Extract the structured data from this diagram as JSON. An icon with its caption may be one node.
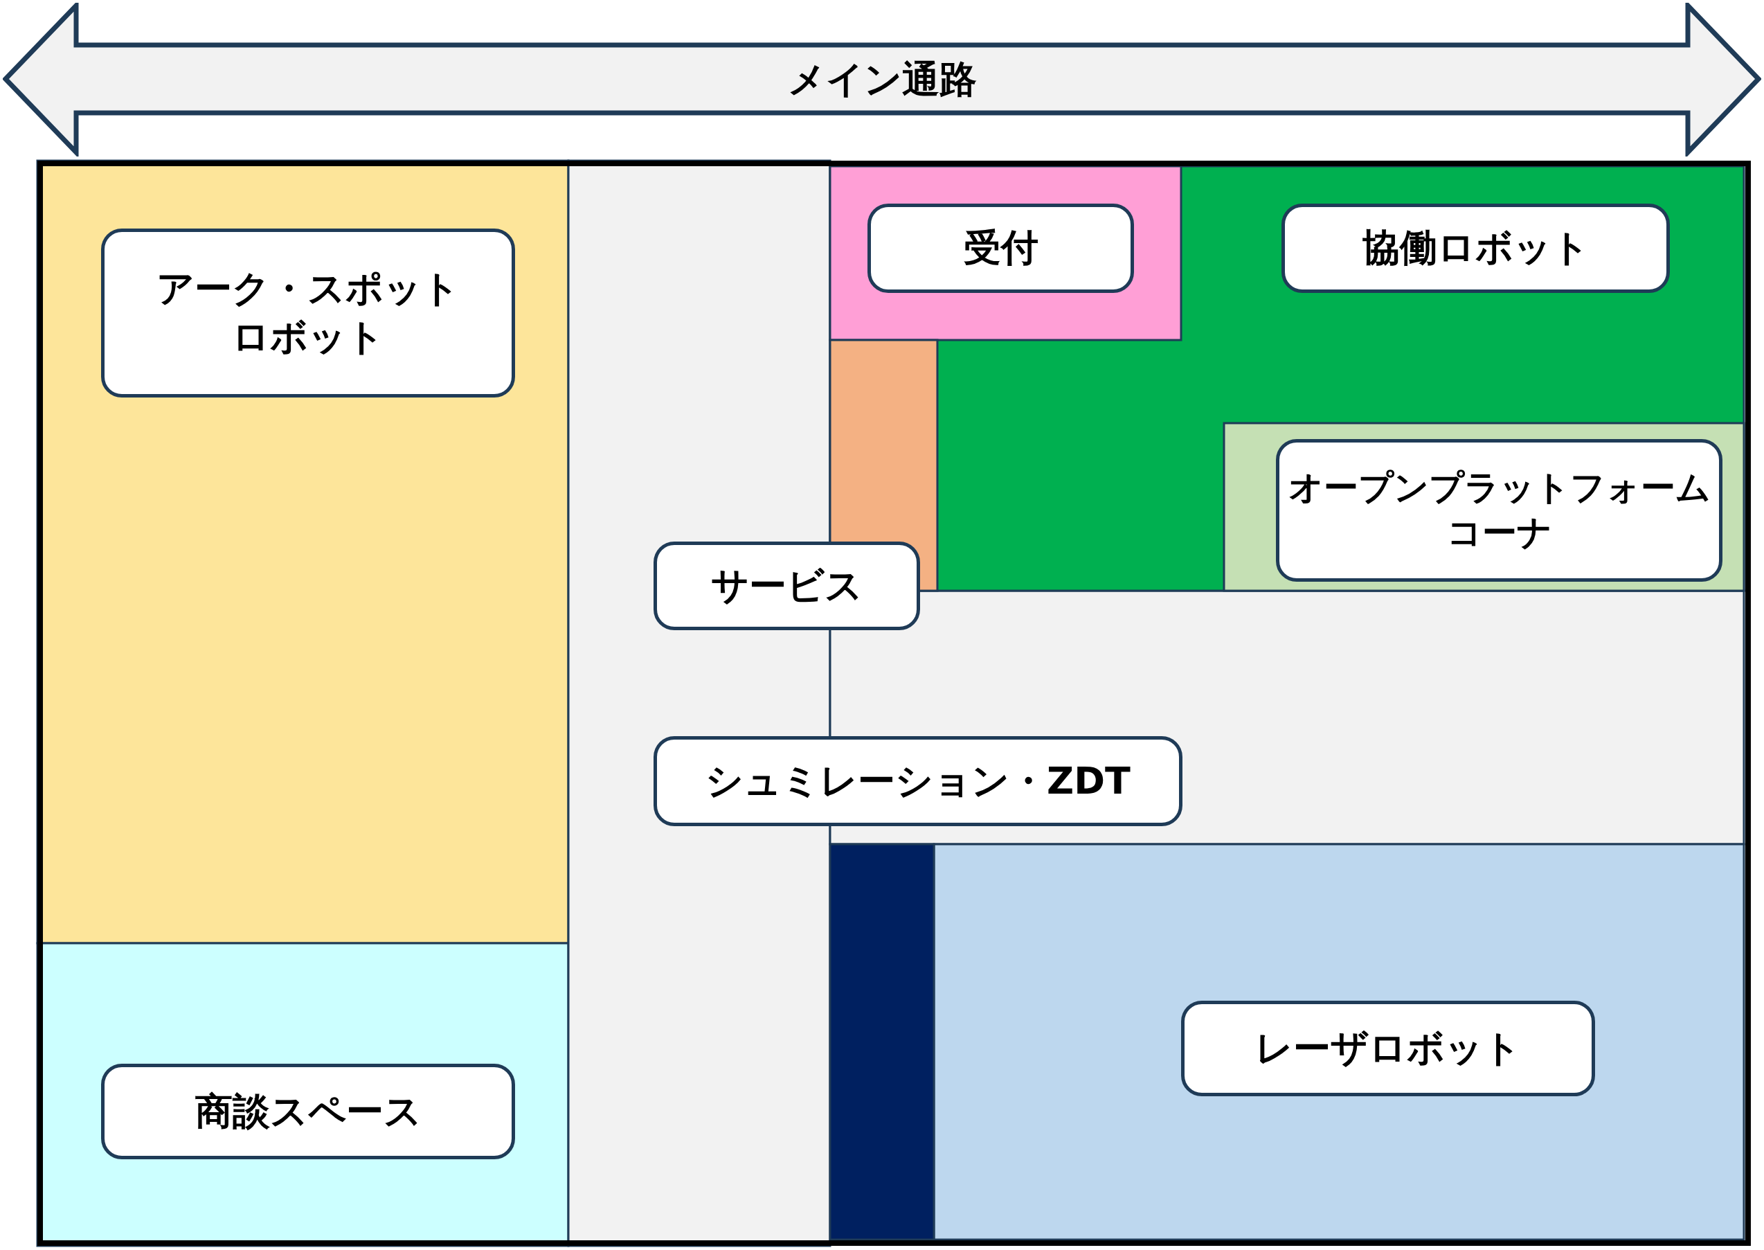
{
  "diagram": {
    "nodes": [
      {
        "text": [
          "メイン通路"
        ]
      },
      {
        "text": [
          "アーク・スポットロボット"
        ]
      },
      {
        "text": [
          "受付"
        ]
      },
      {
        "text": [
          "協働ロボット"
        ]
      },
      {
        "text": [
          "オープンプラットフォームコーナ"
        ]
      },
      {
        "text": [
          "サービス"
        ]
      },
      {
        "text": [
          "シュミレーション・ZDT"
        ]
      },
      {
        "text": [
          "レーザロボット"
        ]
      },
      {
        "text": [
          "商談スペース"
        ]
      }
    ]
  }
}
